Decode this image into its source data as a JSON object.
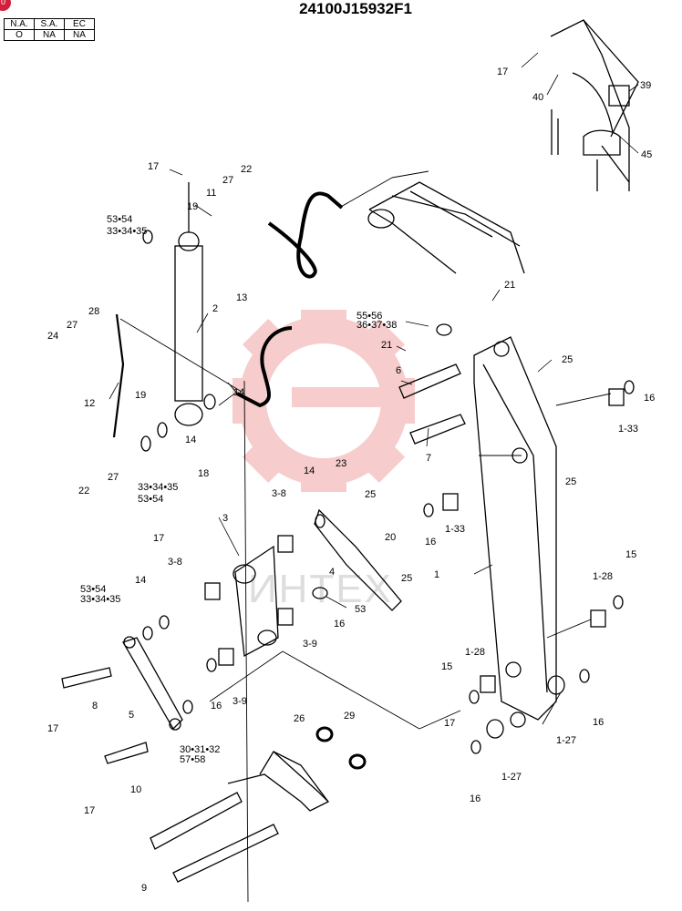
{
  "title": "24100J15932F1",
  "corner_mark": "0",
  "applicability": {
    "headers": [
      "N.A.",
      "S.A.",
      "EC"
    ],
    "values": [
      "O",
      "NA",
      "NA"
    ]
  },
  "watermark": {
    "text": "ИНТЕХ"
  },
  "callouts": [
    {
      "id": "c17a",
      "text": "17"
    },
    {
      "id": "c40",
      "text": "40"
    },
    {
      "id": "c39",
      "text": "39"
    },
    {
      "id": "c45",
      "text": "45"
    },
    {
      "id": "c17b",
      "text": "17"
    },
    {
      "id": "c22a",
      "text": "22"
    },
    {
      "id": "c27a",
      "text": "27"
    },
    {
      "id": "c11",
      "text": "11"
    },
    {
      "id": "c19a",
      "text": "19"
    },
    {
      "id": "c5354a",
      "text": "53•54"
    },
    {
      "id": "c333435a",
      "text": "33•34•35"
    },
    {
      "id": "c13",
      "text": "13"
    },
    {
      "id": "c2",
      "text": "2"
    },
    {
      "id": "c28",
      "text": "28"
    },
    {
      "id": "c27b",
      "text": "27"
    },
    {
      "id": "c24",
      "text": "24"
    },
    {
      "id": "c5556",
      "text": "55•56"
    },
    {
      "id": "c363738",
      "text": "36•37•38"
    },
    {
      "id": "c21a",
      "text": "21"
    },
    {
      "id": "c21b",
      "text": "21"
    },
    {
      "id": "c25a",
      "text": "25"
    },
    {
      "id": "c6",
      "text": "6"
    },
    {
      "id": "c12",
      "text": "12"
    },
    {
      "id": "c19b",
      "text": "19"
    },
    {
      "id": "c14a",
      "text": "14"
    },
    {
      "id": "c16a",
      "text": "16"
    },
    {
      "id": "c133a",
      "text": "1-33"
    },
    {
      "id": "c7",
      "text": "7"
    },
    {
      "id": "c14b",
      "text": "14"
    },
    {
      "id": "c18",
      "text": "18"
    },
    {
      "id": "c22b",
      "text": "22"
    },
    {
      "id": "c27c",
      "text": "27"
    },
    {
      "id": "c333435b",
      "text": "33•34•35"
    },
    {
      "id": "c5354b",
      "text": "53•54"
    },
    {
      "id": "c25b",
      "text": "25"
    },
    {
      "id": "c14c",
      "text": "14"
    },
    {
      "id": "c23",
      "text": "23"
    },
    {
      "id": "c38",
      "text": "3-8"
    },
    {
      "id": "c25c",
      "text": "25"
    },
    {
      "id": "c3",
      "text": "3"
    },
    {
      "id": "c16b",
      "text": "16"
    },
    {
      "id": "c133b",
      "text": "1-33"
    },
    {
      "id": "c17c",
      "text": "17"
    },
    {
      "id": "c20",
      "text": "20"
    },
    {
      "id": "c38b",
      "text": "3-8"
    },
    {
      "id": "c4",
      "text": "4"
    },
    {
      "id": "c15a",
      "text": "15"
    },
    {
      "id": "c5354c",
      "text": "53•54"
    },
    {
      "id": "c333435c",
      "text": "33•34•35"
    },
    {
      "id": "c14d",
      "text": "14"
    },
    {
      "id": "c25d",
      "text": "25"
    },
    {
      "id": "c1",
      "text": "1"
    },
    {
      "id": "c128a",
      "text": "1-28"
    },
    {
      "id": "c53",
      "text": "53"
    },
    {
      "id": "c16c",
      "text": "16"
    },
    {
      "id": "c39b",
      "text": "3-9"
    },
    {
      "id": "c5",
      "text": "5"
    },
    {
      "id": "c16d",
      "text": "16"
    },
    {
      "id": "c39c",
      "text": "3-9"
    },
    {
      "id": "c15b",
      "text": "15"
    },
    {
      "id": "c128b",
      "text": "1-28"
    },
    {
      "id": "c8",
      "text": "8"
    },
    {
      "id": "c17d",
      "text": "17"
    },
    {
      "id": "c303132",
      "text": "30•31•32"
    },
    {
      "id": "c5758",
      "text": "57•58"
    },
    {
      "id": "c26",
      "text": "26"
    },
    {
      "id": "c29",
      "text": "29"
    },
    {
      "id": "c17e",
      "text": "17"
    },
    {
      "id": "c16e",
      "text": "16"
    },
    {
      "id": "c127a",
      "text": "1-27"
    },
    {
      "id": "c127b",
      "text": "1-27"
    },
    {
      "id": "c10",
      "text": "10"
    },
    {
      "id": "c16f",
      "text": "16"
    },
    {
      "id": "c17f",
      "text": "17"
    },
    {
      "id": "c9",
      "text": "9"
    }
  ]
}
